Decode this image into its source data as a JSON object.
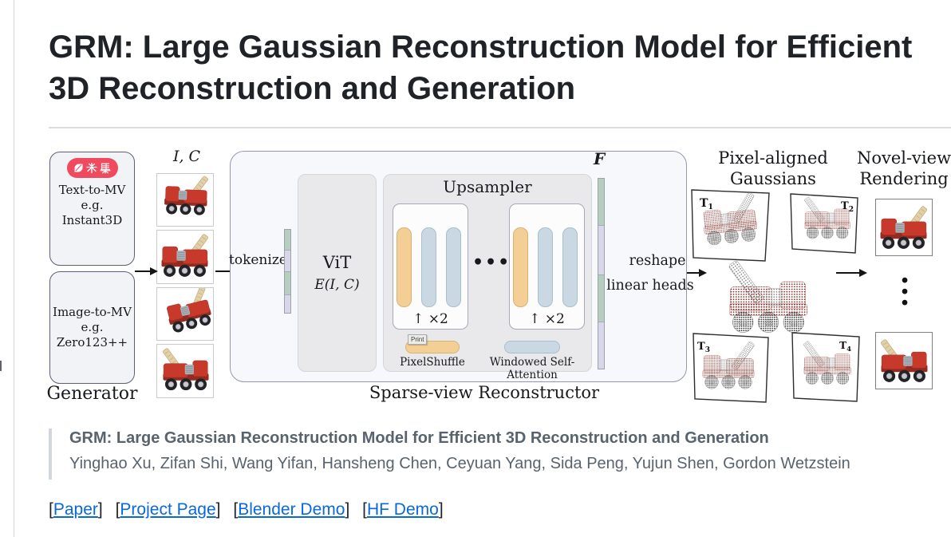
{
  "page": {
    "title_lines": [
      "GRM: Large Gaussian Reconstruction Model for Efficient",
      "3D Reconstruction and Generation"
    ]
  },
  "figure": {
    "generator": {
      "badge_text": "采集",
      "box1_lines": [
        "Text-to-MV",
        "e.g.",
        "Instant3D"
      ],
      "box2_lines": [
        "Image-to-MV",
        "e.g.",
        "Zero123++"
      ],
      "label": "Generator"
    },
    "inputs": {
      "label": "I, C"
    },
    "reconstructor": {
      "tokenize_label": "tokenize",
      "vit_line1": "ViT",
      "vit_line2": "E(I, C)",
      "upsampler_title": "Upsampler",
      "upscale_left": "↑ ×2",
      "upscale_right": "↑ ×2",
      "dots_horizontal": "•••",
      "pixelshuffle_label": "PixelShuffle",
      "windowed_label": "Windowed Self-Attention",
      "print_tooltip": "Print",
      "feature_label": "F",
      "reshape_label": "reshape",
      "linear_heads_label": "linear heads",
      "caption": "Sparse-view Reconstructor"
    },
    "gaussians": {
      "heading_lines": [
        "Pixel-aligned",
        "Gaussians"
      ],
      "frames": [
        {
          "label": "T",
          "sub": "1"
        },
        {
          "label": "T",
          "sub": "2"
        },
        {
          "label": "T",
          "sub": "3"
        },
        {
          "label": "T",
          "sub": "4"
        }
      ]
    },
    "rendering": {
      "heading_lines": [
        "Novel-view",
        "Rendering"
      ],
      "dots_vertical": "•\n•\n•"
    }
  },
  "citation": {
    "title": "GRM: Large Gaussian Reconstruction Model for Efficient 3D Reconstruction and Generation",
    "authors": "Yinghao Xu, Zifan Shi, Wang Yifan, Hansheng Chen, Ceyuan Yang, Sida Peng, Yujun Shen, Gordon Wetzstein"
  },
  "links": {
    "bracket_open": "[",
    "bracket_close": "]",
    "items": [
      {
        "label": "Paper"
      },
      {
        "label": "Project Page"
      },
      {
        "label": "Blender Demo"
      },
      {
        "label": "HF Demo"
      }
    ]
  },
  "colors": {
    "link_blue": "#0969da",
    "badge_red": "#ef4a5e",
    "pill_orange": "#f3cf96",
    "pill_blue": "#c9d8e3",
    "token_green": "#b7cdbf",
    "token_lavender": "#d8d6ea"
  }
}
